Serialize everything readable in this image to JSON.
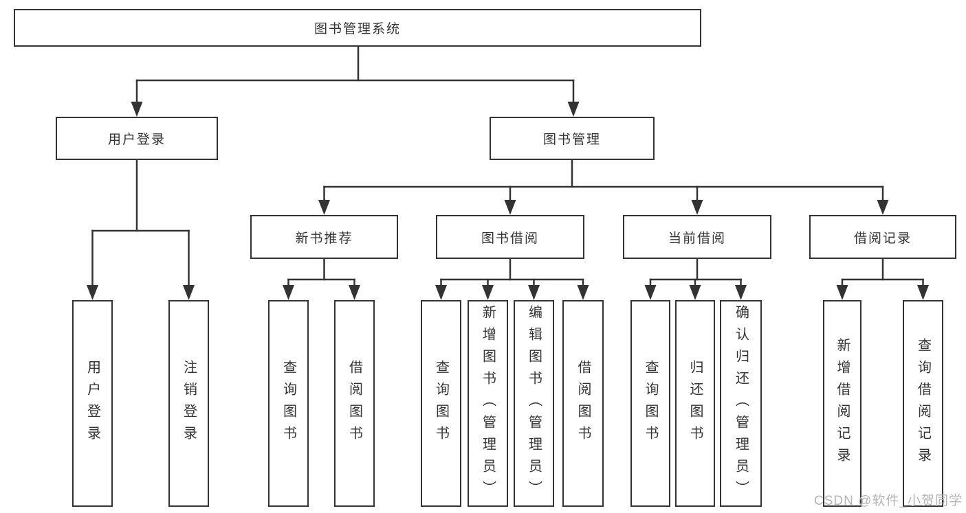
{
  "diagram": {
    "root": "图书管理系统",
    "branches": [
      {
        "label": "用户登录",
        "leaves": [
          "用户登录",
          "注销登录"
        ]
      },
      {
        "label": "图书管理",
        "sections": [
          {
            "label": "新书推荐",
            "leaves": [
              "查询图书",
              "借阅图书"
            ]
          },
          {
            "label": "图书借阅",
            "leaves": [
              "查询图书",
              "新增图书（管理员）",
              "编辑图书（管理员）",
              "借阅图书"
            ]
          },
          {
            "label": "当前借阅",
            "leaves": [
              "查询图书",
              "归还图书",
              "确认归还（管理员）"
            ]
          },
          {
            "label": "借阅记录",
            "leaves": [
              "新增借阅记录",
              "查询借阅记录"
            ]
          }
        ]
      }
    ]
  },
  "colors": {
    "line": "#333333",
    "text": "#333333",
    "watermark": "#b5b5b5",
    "background": "#ffffff"
  },
  "watermark": "CSDN @软件_小贺同学"
}
